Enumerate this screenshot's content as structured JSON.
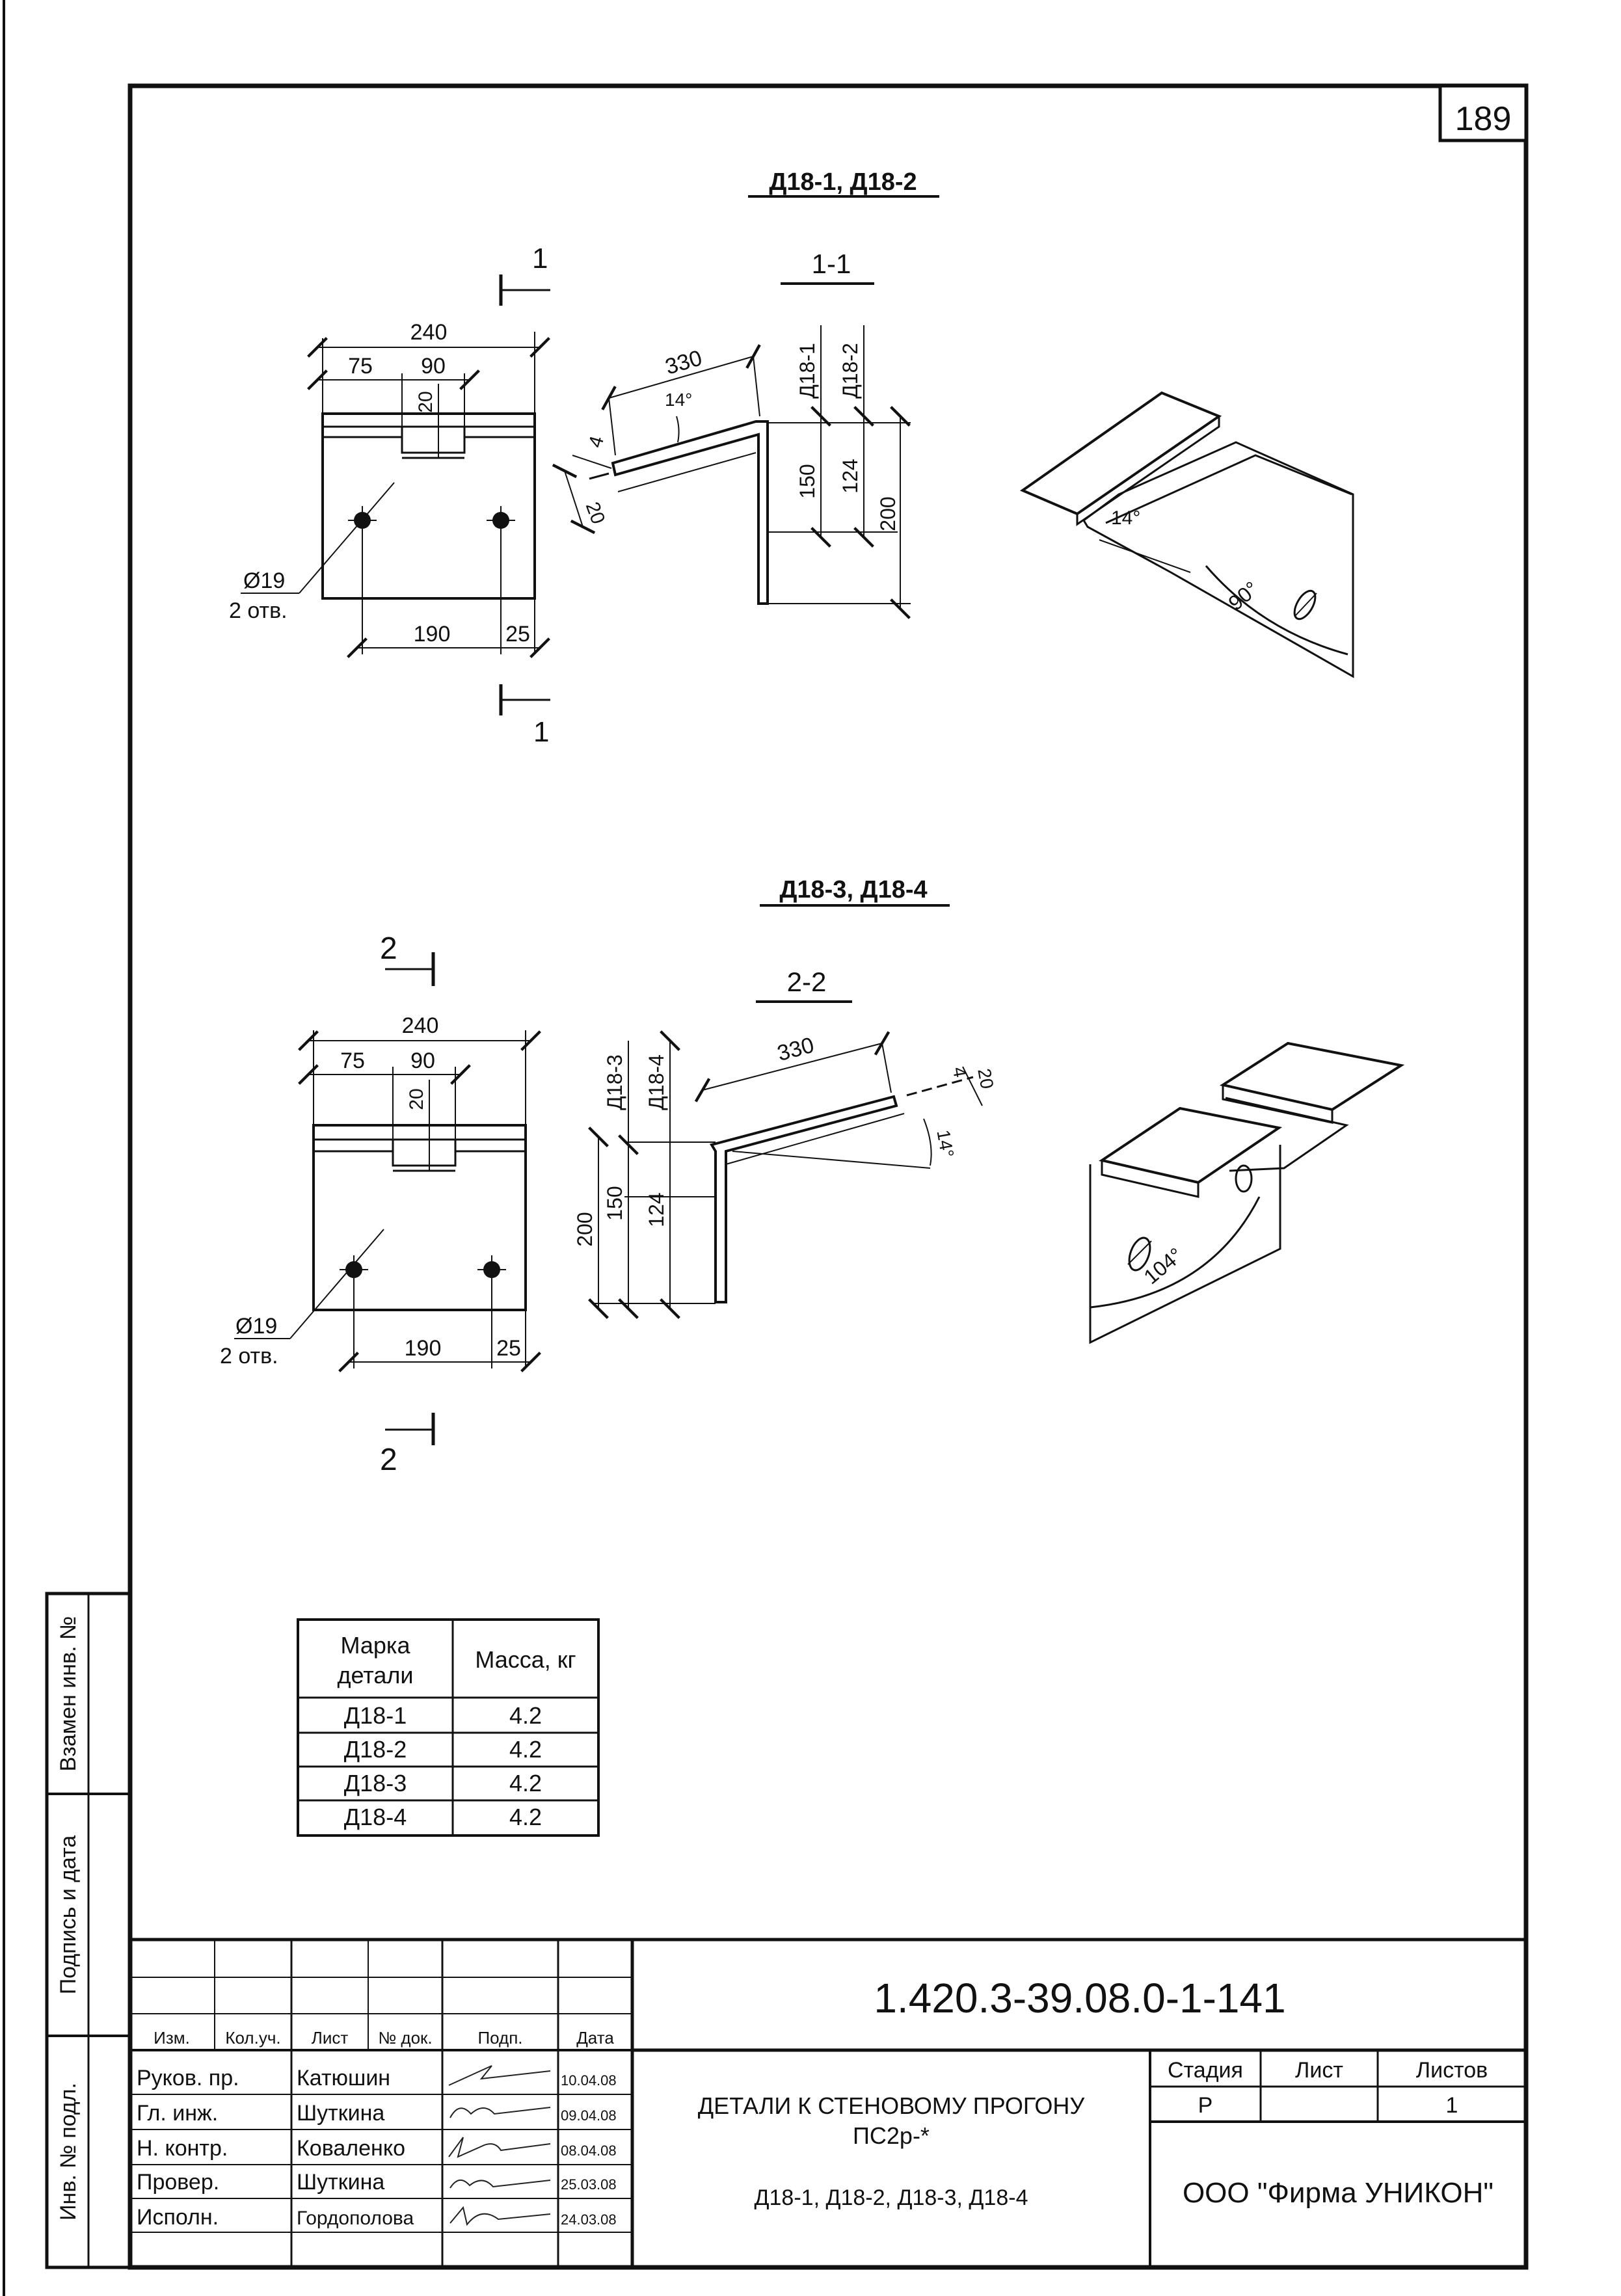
{
  "sheet_number": "189",
  "part1": {
    "title": "Д18-1, Д18-2",
    "section_title": "1-1",
    "section_mark_top": "1",
    "section_mark_bottom": "1",
    "dims": {
      "width": "240",
      "left": "75",
      "notch": "90",
      "notch_depth": "20",
      "hole_spacing": "190",
      "edge": "25",
      "length": "330",
      "angle": "14°",
      "thickness": "4",
      "offset": "20",
      "h150": "150",
      "h124": "124",
      "h200": "200",
      "mark_a": "Д18-1",
      "mark_b": "Д18-2"
    },
    "hole_label": "Ø19",
    "hole_count": "2 отв.",
    "iso_angle_top": "14°",
    "iso_angle_side": "90°"
  },
  "part2": {
    "title": "Д18-3, Д18-4",
    "section_title": "2-2",
    "section_mark_top": "2",
    "section_mark_bottom": "2",
    "dims": {
      "width": "240",
      "left": "75",
      "notch": "90",
      "notch_depth": "20",
      "hole_spacing": "190",
      "edge": "25",
      "length": "330",
      "angle": "14°",
      "thickness": "4",
      "offset": "20",
      "h150": "150",
      "h124": "124",
      "h200": "200",
      "mark_a": "Д18-3",
      "mark_b": "Д18-4"
    },
    "hole_label": "Ø19",
    "hole_count": "2 отв.",
    "iso_angle": "104°"
  },
  "mass_table": {
    "headers": [
      "Марка детали",
      "Масса, кг"
    ],
    "header_mark_line1": "Марка",
    "header_mark_line2": "детали",
    "rows": [
      {
        "mark": "Д18-1",
        "mass": "4.2"
      },
      {
        "mark": "Д18-2",
        "mass": "4.2"
      },
      {
        "mark": "Д18-3",
        "mass": "4.2"
      },
      {
        "mark": "Д18-4",
        "mass": "4.2"
      }
    ]
  },
  "side_stamp": {
    "replace": "Взамен инв. №",
    "signature_date": "Подпись и дата",
    "inv_number": "Инв. № подл."
  },
  "title_block": {
    "document_code": "1.420.3-39.08.0-1-141",
    "col_headers": {
      "izm": "Изм.",
      "kol": "Кол.уч.",
      "list": "Лист",
      "doc": "№ док.",
      "sign": "Подп.",
      "date": "Дата"
    },
    "people": [
      {
        "role": "Руков. пр.",
        "name": "Катюшин",
        "date": "10.04.08"
      },
      {
        "role": "Гл. инж.",
        "name": "Шуткина",
        "date": "09.04.08"
      },
      {
        "role": "Н. контр.",
        "name": "Коваленко",
        "date": "08.04.08"
      },
      {
        "role": "Провер.",
        "name": "Шуткина",
        "date": "25.03.08"
      },
      {
        "role": "Исполн.",
        "name": "Гордополова",
        "date": "24.03.08"
      }
    ],
    "title_line1": "ДЕТАЛИ К СТЕНОВОМУ ПРОГОНУ",
    "title_line2": "ПС2р-*",
    "subtitle": "Д18-1, Д18-2, Д18-3, Д18-4",
    "stage_label": "Стадия",
    "sheet_label": "Лист",
    "sheets_label": "Листов",
    "stage_value": "Р",
    "sheet_value": "",
    "sheets_value": "1",
    "organization": "ООО \"Фирма УНИКОН\""
  }
}
